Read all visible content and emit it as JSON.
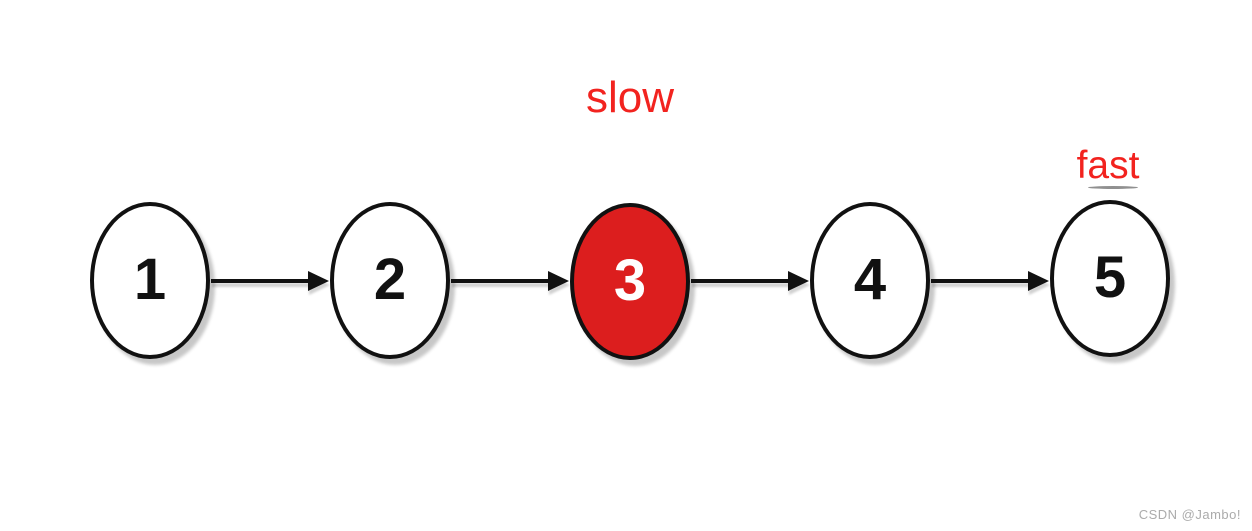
{
  "diagram": {
    "type": "singly-linked-list",
    "background_color": "#ffffff",
    "node_border_color": "#111111",
    "node_fill_color": "#ffffff",
    "arrow_color": "#111111",
    "highlight_fill_color": "#dc1e1e",
    "highlight_text_color": "#ffffff",
    "label_color": "#f2231f",
    "nodes": [
      {
        "value": "1",
        "highlighted": false
      },
      {
        "value": "2",
        "highlighted": false
      },
      {
        "value": "3",
        "highlighted": true
      },
      {
        "value": "4",
        "highlighted": false
      },
      {
        "value": "5",
        "highlighted": false
      }
    ],
    "edges": [
      {
        "from": "1",
        "to": "2"
      },
      {
        "from": "2",
        "to": "3"
      },
      {
        "from": "3",
        "to": "4"
      },
      {
        "from": "4",
        "to": "5"
      }
    ],
    "pointers": [
      {
        "label": "slow",
        "points_to_node": "3"
      },
      {
        "label": "fast",
        "points_to_node": "5"
      }
    ]
  },
  "watermark": {
    "text": "CSDN @Jambo!",
    "color": "#ababab"
  }
}
